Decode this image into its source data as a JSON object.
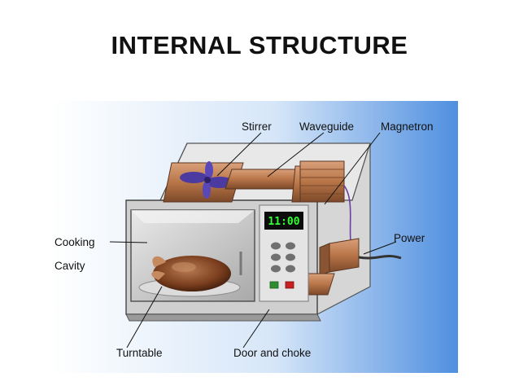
{
  "slide": {
    "title": "INTERNAL  STRUCTURE"
  },
  "diagram": {
    "labels": {
      "stirrer": "Stirrer",
      "waveguide": "Waveguide",
      "magnetron": "Magnetron",
      "cooking": "Cooking",
      "cavity": "Cavity",
      "power": "Power",
      "turntable": "Turntable",
      "door_and_choke": "Door and choke"
    },
    "clock_display": "11:00",
    "colors": {
      "panel_sky": "#4f8fe0",
      "copper": "#b87548",
      "clock_green": "#33ff33",
      "fan_purple": "#4b3aa0"
    },
    "icons": [
      "fan-icon",
      "chicken-icon",
      "plug-icon"
    ]
  }
}
